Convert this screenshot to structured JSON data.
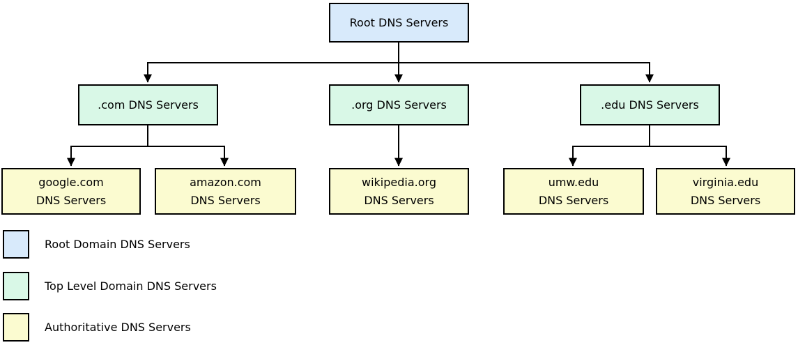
{
  "colors": {
    "root": "#d8eafb",
    "tld": "#d9f8e7",
    "authoritative": "#fbfbd0",
    "line": "#000000"
  },
  "nodes": {
    "root": {
      "label": "Root DNS Servers"
    },
    "com": {
      "label": ".com DNS Servers"
    },
    "org": {
      "label": ".org DNS Servers"
    },
    "edu": {
      "label": ".edu DNS Servers"
    },
    "google": {
      "line1": "google.com",
      "line2": "DNS Servers"
    },
    "amazon": {
      "line1": "amazon.com",
      "line2": "DNS Servers"
    },
    "wikipedia": {
      "line1": "wikipedia.org",
      "line2": "DNS Servers"
    },
    "umw": {
      "line1": "umw.edu",
      "line2": "DNS Servers"
    },
    "virginia": {
      "line1": "virginia.edu",
      "line2": "DNS Servers"
    }
  },
  "legend": {
    "items": [
      {
        "label": "Root Domain DNS Servers",
        "color": "#d8eafb"
      },
      {
        "label": "Top Level Domain DNS Servers",
        "color": "#d9f8e7"
      },
      {
        "label": "Authoritative DNS Servers",
        "color": "#fbfbd0"
      }
    ]
  }
}
